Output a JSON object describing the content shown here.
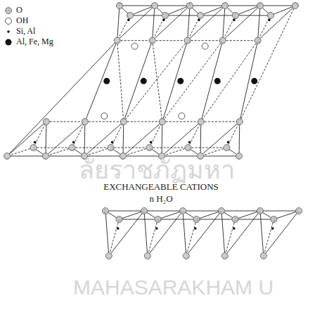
{
  "diagram": {
    "labels": [
      "ลัยราชภัฏมหา",
      "EXCHANGEABLE CATIONS",
      "n H₂O",
      "MAHASARAKHAM U"
    ],
    "legend": [
      {
        "text": "O"
      },
      {
        "text": "OH"
      },
      {
        "text": "Si, Al"
      },
      {
        "text": "Al, Fe, Mg"
      }
    ]
  }
}
